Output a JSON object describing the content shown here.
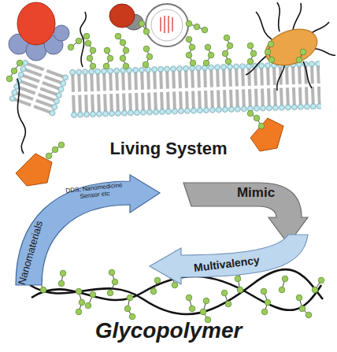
{
  "diagram": {
    "nodes": [
      {
        "text": [
          "DDS, Nanomedicine Sensor etc",
          "Nanomaterials"
        ]
      },
      {
        "text": [
          "Mimic"
        ]
      },
      {
        "text": [
          "Multivalency"
        ]
      }
    ],
    "labels": [
      "Living System",
      "Glycopolymer"
    ]
  }
}
